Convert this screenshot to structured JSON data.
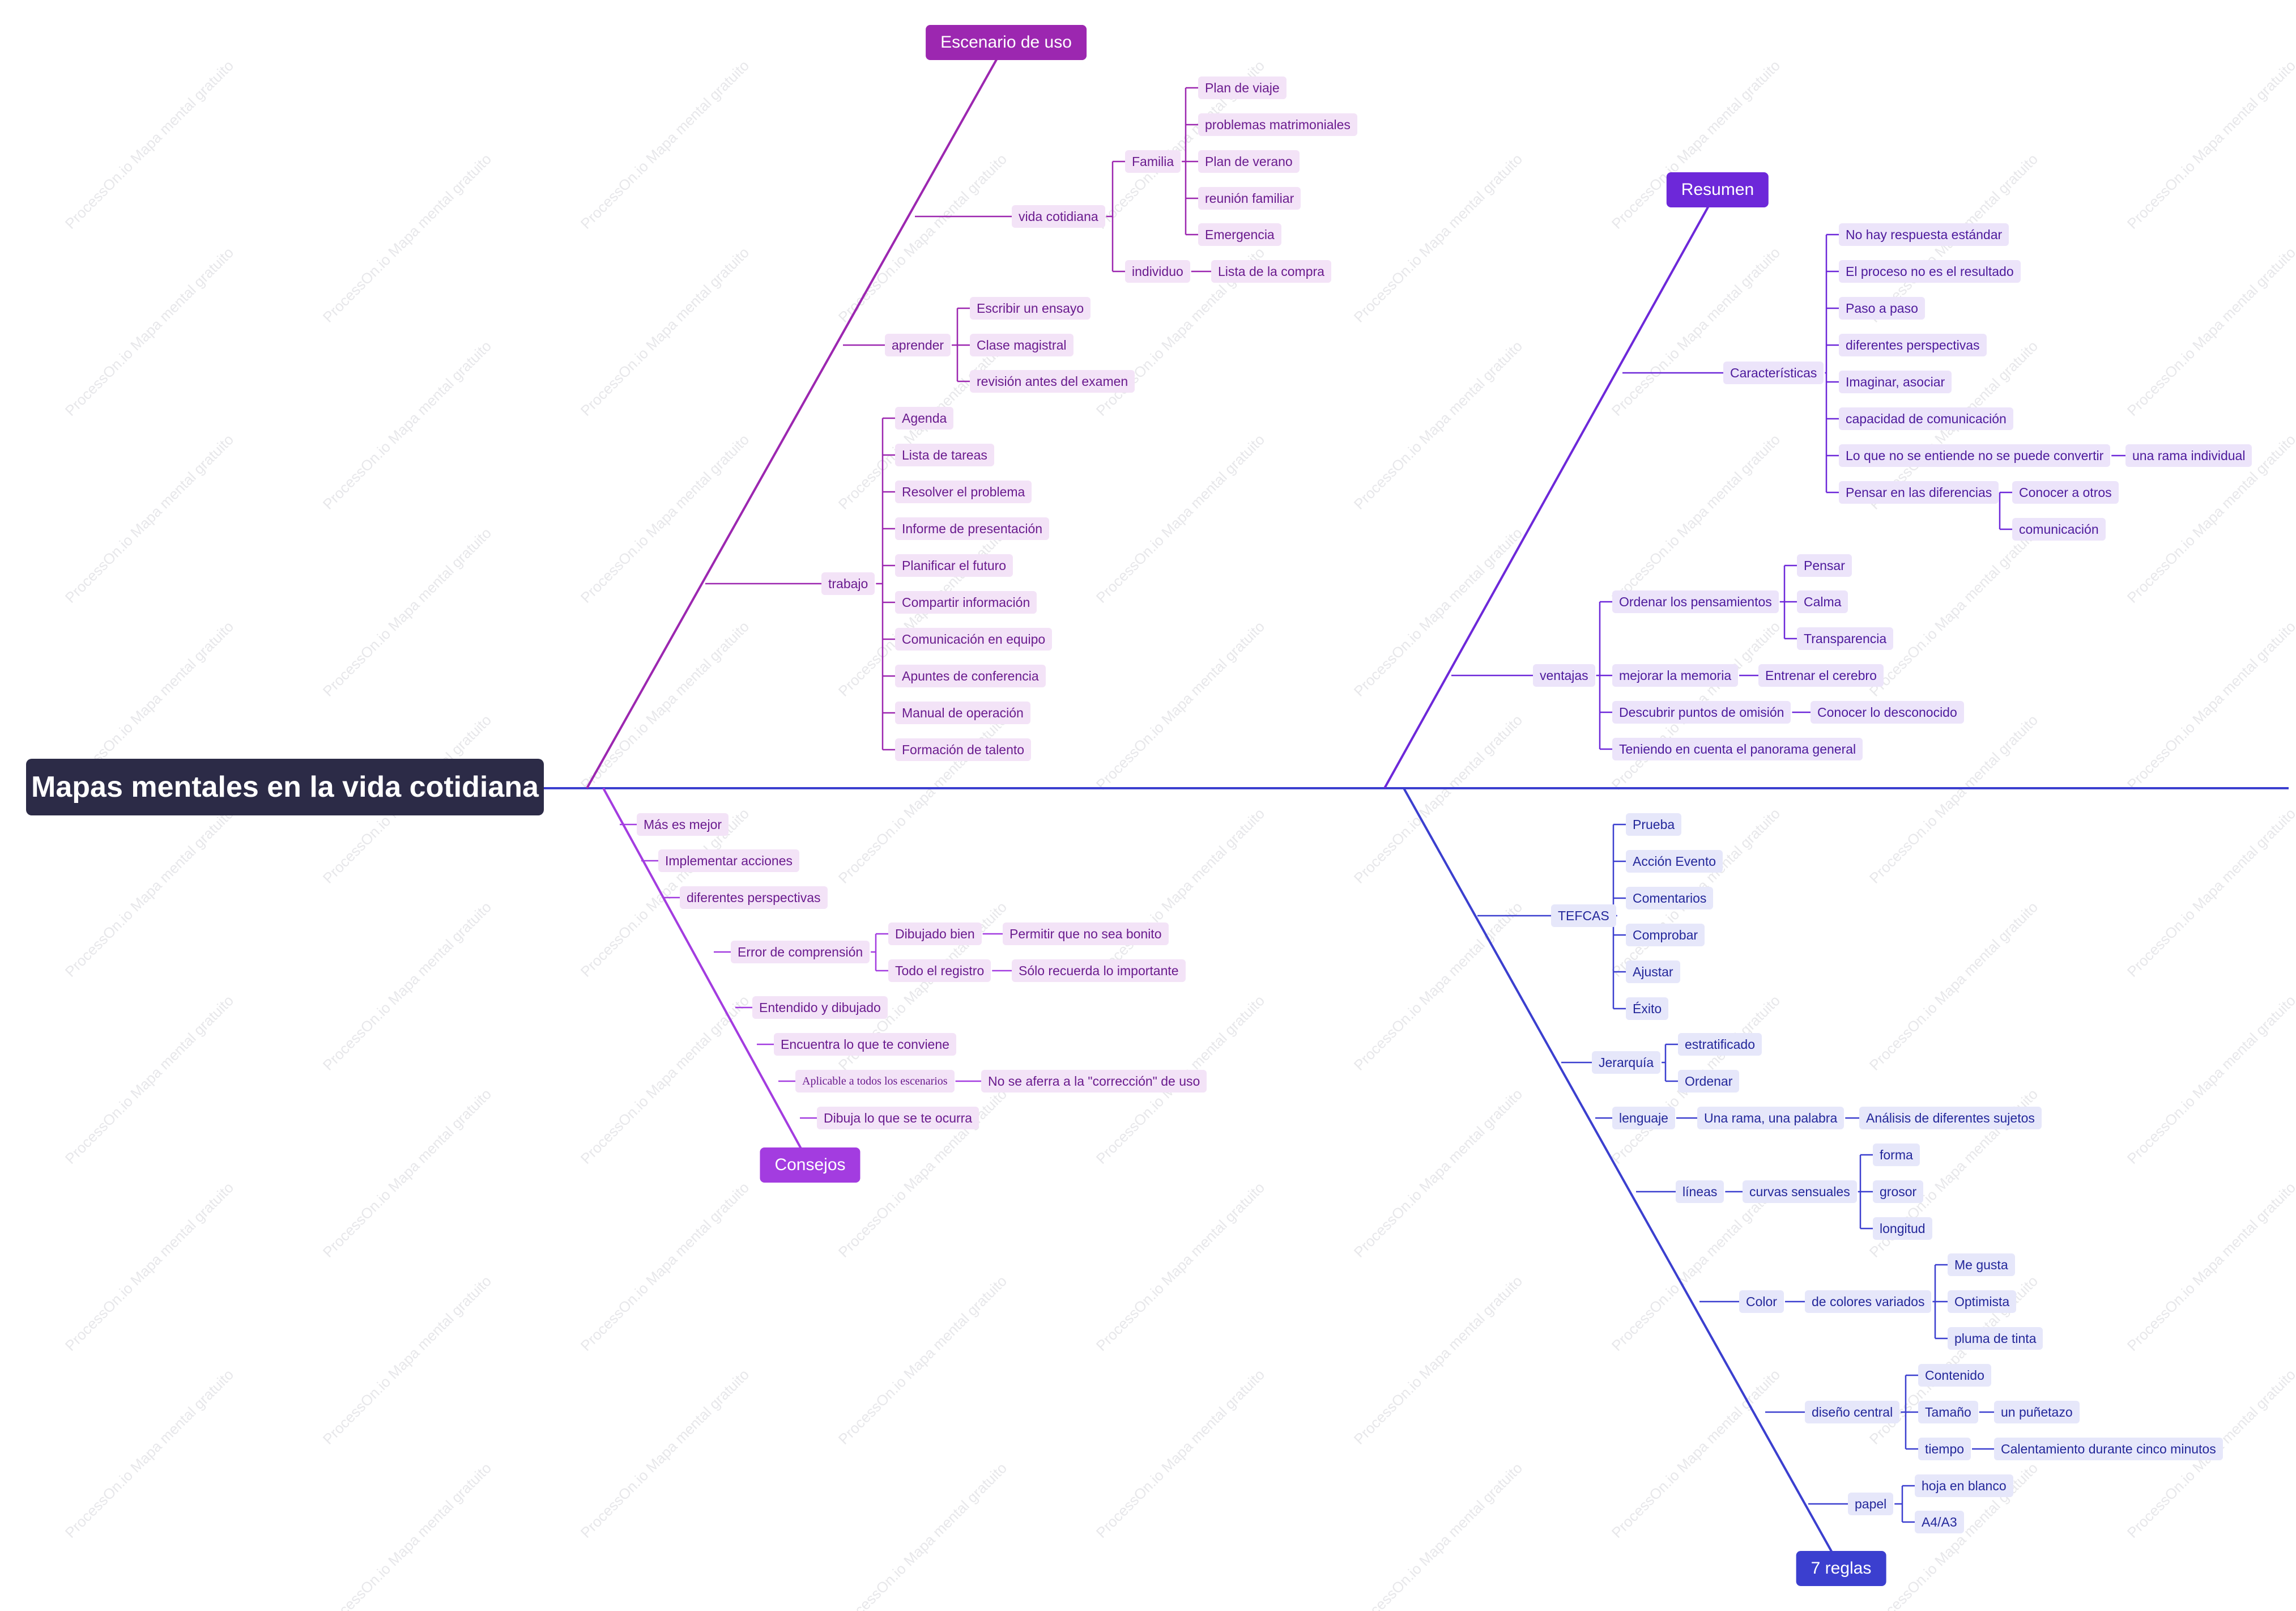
{
  "root": {
    "title": "Mapas mentales en la vida cotidiana"
  },
  "branches": [
    {
      "id": "escenario",
      "title": "Escenario de uso",
      "color": "#9c27b0",
      "children": [
        {
          "label": "vida cotidiana",
          "children": [
            {
              "label": "Familia",
              "children": [
                {
                  "label": "Plan de viaje"
                },
                {
                  "label": "problemas matrimoniales"
                },
                {
                  "label": "Plan de verano"
                },
                {
                  "label": "reunión familiar"
                },
                {
                  "label": "Emergencia"
                }
              ]
            },
            {
              "label": "individuo",
              "children": [
                {
                  "label": "Lista de la compra"
                }
              ]
            }
          ]
        },
        {
          "label": "aprender",
          "children": [
            {
              "label": "Escribir un ensayo"
            },
            {
              "label": "Clase magistral"
            },
            {
              "label": "revisión antes del examen"
            }
          ]
        },
        {
          "label": "trabajo",
          "children": [
            {
              "label": "Agenda"
            },
            {
              "label": "Lista de tareas"
            },
            {
              "label": "Resolver el problema"
            },
            {
              "label": "Informe de presentación"
            },
            {
              "label": "Planificar el futuro"
            },
            {
              "label": "Compartir información"
            },
            {
              "label": "Comunicación en equipo"
            },
            {
              "label": "Apuntes de conferencia"
            },
            {
              "label": "Manual de operación"
            },
            {
              "label": "Formación de talento"
            }
          ]
        }
      ]
    },
    {
      "id": "consejos",
      "title": "Consejos",
      "color": "#a33ce0",
      "children": [
        {
          "label": "Más es mejor"
        },
        {
          "label": "Implementar acciones"
        },
        {
          "label": "diferentes perspectivas"
        },
        {
          "label": "Error de comprensión",
          "children": [
            {
              "label": "Dibujado bien",
              "children": [
                {
                  "label": "Permitir que no sea bonito"
                }
              ]
            },
            {
              "label": "Todo el registro",
              "children": [
                {
                  "label": "Sólo recuerda lo importante"
                }
              ]
            }
          ]
        },
        {
          "label": "Entendido y dibujado"
        },
        {
          "label": "Encuentra lo que te conviene"
        },
        {
          "label": "Aplicable a todos los escenarios",
          "serif": true,
          "children": [
            {
              "label": "No se aferra a la \"corrección\" de uso"
            }
          ]
        },
        {
          "label": "Dibuja lo que se te ocurra"
        }
      ]
    },
    {
      "id": "resumen",
      "title": "Resumen",
      "color": "#6d28d9",
      "children": [
        {
          "label": "Características",
          "children": [
            {
              "label": "No hay respuesta estándar"
            },
            {
              "label": "El proceso no es el resultado"
            },
            {
              "label": "Paso a paso"
            },
            {
              "label": "diferentes perspectivas"
            },
            {
              "label": "Imaginar, asociar"
            },
            {
              "label": "capacidad de comunicación"
            },
            {
              "label": "Lo que no se entiende no se puede convertir",
              "children": [
                {
                  "label": "una rama individual"
                }
              ]
            },
            {
              "label": "Pensar en las diferencias",
              "children": [
                {
                  "label": "Conocer a otros"
                },
                {
                  "label": "comunicación"
                }
              ]
            }
          ]
        },
        {
          "label": "ventajas",
          "children": [
            {
              "label": "Ordenar los pensamientos",
              "children": [
                {
                  "label": "Pensar"
                },
                {
                  "label": "Calma"
                },
                {
                  "label": "Transparencia"
                }
              ]
            },
            {
              "label": "mejorar la memoria",
              "children": [
                {
                  "label": "Entrenar el cerebro"
                }
              ]
            },
            {
              "label": "Descubrir puntos de omisión",
              "children": [
                {
                  "label": "Conocer lo desconocido"
                }
              ]
            },
            {
              "label": "Teniendo en cuenta el panorama general"
            }
          ]
        }
      ]
    },
    {
      "id": "reglas",
      "title": "7 reglas",
      "color": "#3b3fcf",
      "children": [
        {
          "label": "TEFCAS",
          "children": [
            {
              "label": "Prueba"
            },
            {
              "label": "Acción Evento"
            },
            {
              "label": "Comentarios"
            },
            {
              "label": "Comprobar"
            },
            {
              "label": "Ajustar"
            },
            {
              "label": "Éxito"
            }
          ]
        },
        {
          "label": "Jerarquía",
          "children": [
            {
              "label": "estratificado"
            },
            {
              "label": "Ordenar"
            }
          ]
        },
        {
          "label": "lenguaje",
          "children": [
            {
              "label": "Una rama, una palabra",
              "children": [
                {
                  "label": "Análisis de diferentes sujetos"
                }
              ]
            }
          ]
        },
        {
          "label": "líneas",
          "children": [
            {
              "label": "curvas sensuales",
              "children": [
                {
                  "label": "forma"
                },
                {
                  "label": "grosor"
                },
                {
                  "label": "longitud"
                }
              ]
            }
          ]
        },
        {
          "label": "Color",
          "children": [
            {
              "label": "de colores variados",
              "children": [
                {
                  "label": "Me gusta"
                },
                {
                  "label": "Optimista"
                },
                {
                  "label": "pluma de tinta"
                }
              ]
            }
          ]
        },
        {
          "label": "diseño central",
          "children": [
            {
              "label": "Contenido"
            },
            {
              "label": "Tamaño",
              "children": [
                {
                  "label": "un puñetazo"
                }
              ]
            },
            {
              "label": "tiempo",
              "children": [
                {
                  "label": "Calentamiento durante cinco minutos"
                }
              ]
            }
          ]
        },
        {
          "label": "papel",
          "children": [
            {
              "label": "hoja en blanco"
            },
            {
              "label": "A4/A3"
            }
          ]
        }
      ]
    }
  ],
  "watermark": {
    "text": "ProcessOn.io Mapa mental gratuito"
  },
  "colors": {
    "spine": "#3b3fcf",
    "root_bg": "#2c2b47",
    "purple": "#9c27b0",
    "violet": "#6d28d9",
    "blue": "#3b3fcf"
  }
}
